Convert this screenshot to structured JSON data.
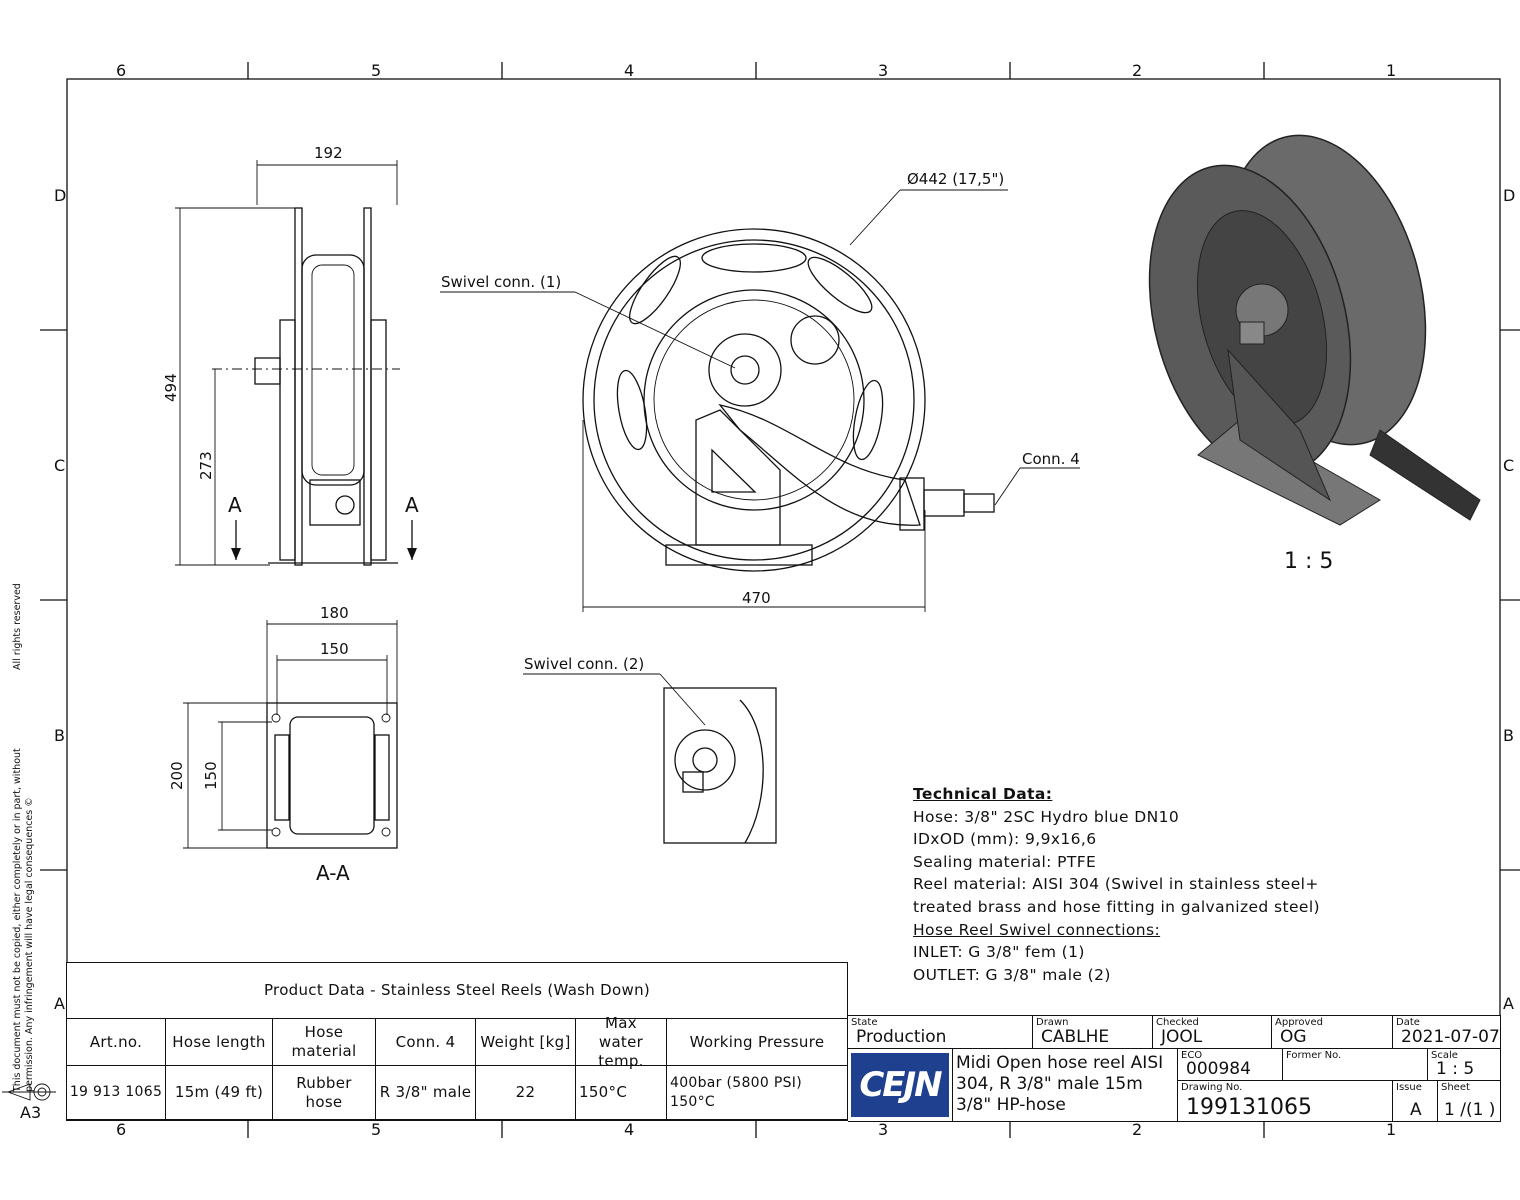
{
  "zones": {
    "columns": [
      "6",
      "5",
      "4",
      "3",
      "2",
      "1"
    ],
    "rows": [
      "D",
      "C",
      "B",
      "A"
    ]
  },
  "legal": {
    "notice_line1": "This document must not be copied, either completely or in part, without",
    "notice_line2": "permission. Any infringement will have legal consequences ©",
    "rights": "All rights reserved",
    "sheet_size": "A3"
  },
  "side_view": {
    "dim_width": "192",
    "dim_height": "494",
    "dim_axis": "273",
    "section_mark": "A"
  },
  "front_view": {
    "dim_diameter": "Ø442 (17,5\")",
    "dim_width": "470",
    "callout_swivel1": "Swivel conn. (1)",
    "callout_conn4": "Conn. 4"
  },
  "iso_view": {
    "scale": "1 : 5"
  },
  "section_view": {
    "dim_outer_width": "180",
    "dim_inner_width": "150",
    "dim_outer_height": "200",
    "dim_inner_height": "150",
    "title": "A-A"
  },
  "detail_view": {
    "callout_swivel2": "Swivel conn. (2)"
  },
  "technical_data": {
    "title": "Technical Data:",
    "lines": [
      "Hose: 3/8\" 2SC Hydro blue DN10",
      "IDxOD (mm): 9,9x16,6",
      "Sealing material: PTFE",
      "Reel material: AISI 304 (Swivel in stainless steel+",
      "treated brass and hose fitting in galvanized steel)"
    ],
    "connections_title": "Hose Reel Swivel connections:",
    "connections": [
      "INLET: G 3/8\" fem (1)",
      "OUTLET: G 3/8\" male (2)"
    ]
  },
  "product_table": {
    "title": "Product Data - Stainless Steel Reels (Wash Down)",
    "headers": [
      "Art.no.",
      "Hose length",
      "Hose material",
      "Conn. 4",
      "Weight [kg]",
      "Max water temp.",
      "Working Pressure"
    ],
    "rows": [
      [
        "19 913 1065",
        "15m (49 ft)",
        "Rubber hose",
        "R 3/8\" male",
        "22",
        "150°C",
        "400bar (5800 PSI) 150°C"
      ]
    ]
  },
  "title_block": {
    "state_label": "State",
    "state": "Production",
    "drawn_label": "Drawn",
    "drawn": "CABLHE",
    "checked_label": "Checked",
    "checked": "JOOL",
    "approved_label": "Approved",
    "approved": "OG",
    "date_label": "Date",
    "date": "2021-07-07",
    "logo": "CEJN",
    "description": "Midi Open hose reel AISI 304, R 3/8\" male 15m 3/8\" HP-hose",
    "eco_label": "ECO",
    "eco": "000984",
    "former_label": "Former No.",
    "former": "",
    "scale_label": "Scale",
    "scale": "1 : 5",
    "drawing_no_label": "Drawing No.",
    "drawing_no": "199131065",
    "issue_label": "Issue",
    "issue": "A",
    "sheet_label": "Sheet",
    "sheet": "1 /(1 )"
  },
  "colors": {
    "logo_blue": "#1f3f8f",
    "iso_gray": "#5a5a5a"
  }
}
